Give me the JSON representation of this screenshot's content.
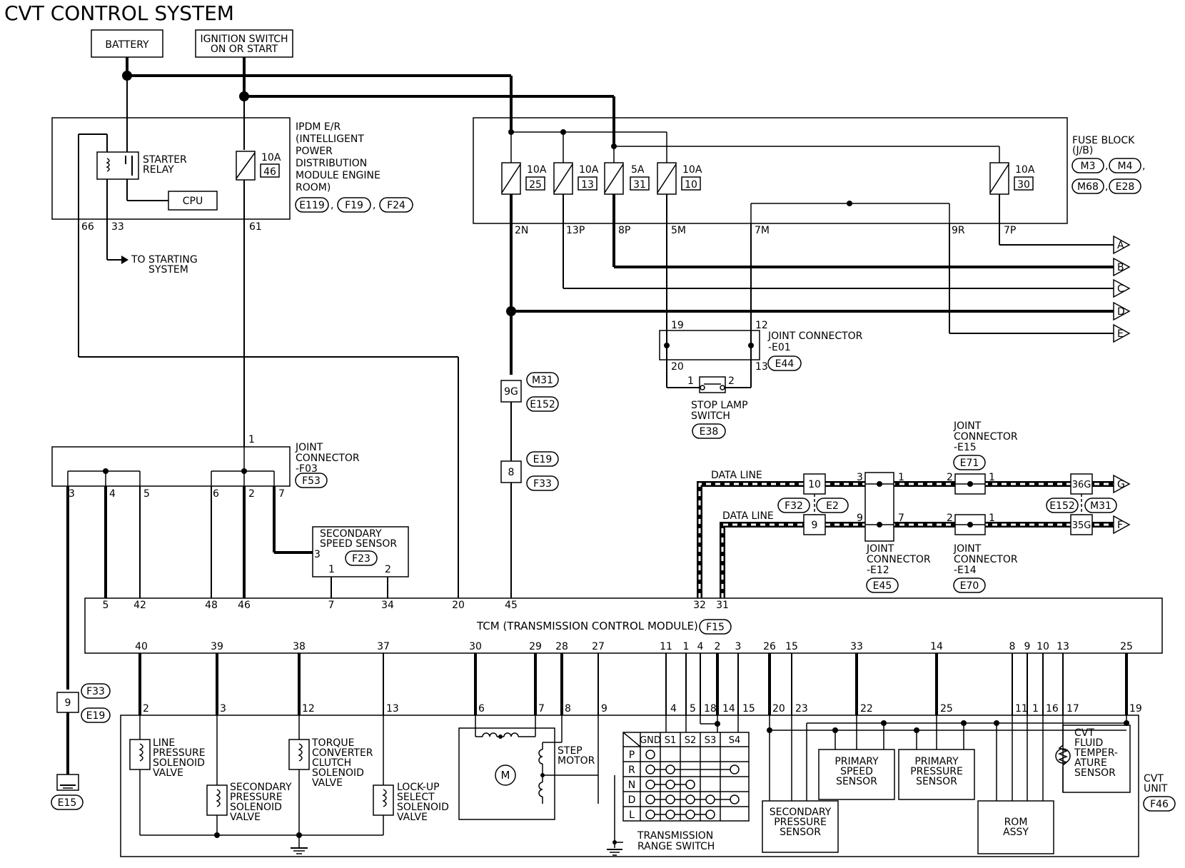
{
  "title": "CVT CONTROL SYSTEM",
  "sources": {
    "battery": "BATTERY",
    "ignition_l1": "IGNITION SWITCH",
    "ignition_l2": "ON OR START"
  },
  "ipdm": {
    "lines": [
      "IPDM E/R",
      "(INTELLIGENT",
      "POWER",
      "DISTRIBUTION",
      "MODULE ENGINE",
      "ROOM)"
    ],
    "connectors": [
      "E119",
      "F19",
      "F24"
    ],
    "starter_relay": [
      "STARTER",
      "RELAY"
    ],
    "cpu": "CPU",
    "fuse": {
      "rating": "10A",
      "number": "46"
    },
    "pins": {
      "p66": "66",
      "p33": "33",
      "p61": "61"
    },
    "to_starting": [
      "TO STARTING",
      "SYSTEM"
    ]
  },
  "fuse_block": {
    "lines": [
      "FUSE BLOCK",
      "(J/B)"
    ],
    "connectors": [
      "M3",
      "M4",
      "M68",
      "E28"
    ],
    "fuses": [
      {
        "rating": "10A",
        "number": "25"
      },
      {
        "rating": "10A",
        "number": "13"
      },
      {
        "rating": "5A",
        "number": "31"
      },
      {
        "rating": "10A",
        "number": "10"
      },
      {
        "rating": "10A",
        "number": "30"
      }
    ],
    "pins": [
      "2N",
      "13P",
      "8P",
      "5M",
      "7M",
      "9R",
      "7P"
    ]
  },
  "offpage": [
    "A",
    "B",
    "C",
    "D",
    "E",
    "G",
    "F"
  ],
  "joint_e01": {
    "lines": [
      "JOINT CONNECTOR",
      "-E01"
    ],
    "connector": "E44",
    "pins": [
      "19",
      "12",
      "20",
      "13"
    ]
  },
  "stop_lamp": {
    "lines": [
      "STOP LAMP",
      "SWITCH"
    ],
    "connector": "E38",
    "pins": [
      "1",
      "2"
    ]
  },
  "inline_9g": {
    "pin": "9G",
    "connectors": [
      "M31",
      "E152"
    ]
  },
  "inline_8": {
    "pin": "8",
    "connectors": [
      "E19",
      "F33"
    ]
  },
  "joint_f03": {
    "lines": [
      "JOINT",
      "CONNECTOR",
      "-F03"
    ],
    "connector": "F53",
    "pins": [
      "1",
      "3",
      "4",
      "5",
      "6",
      "2",
      "7"
    ]
  },
  "sec_speed_sensor": {
    "lines": [
      "SECONDARY",
      "SPEED SENSOR"
    ],
    "connector": "F23",
    "pins": [
      "3",
      "1",
      "2"
    ]
  },
  "data_line": {
    "label": "DATA LINE"
  },
  "data_blocks": {
    "p10": "10",
    "p9": "9",
    "conn_a": "F32",
    "conn_b": "E2",
    "e12_pins": [
      "3",
      "1",
      "9",
      "7"
    ],
    "e15_pins": [
      "2",
      "1"
    ],
    "e14_pins": [
      "2",
      "1"
    ],
    "p36g": "36G",
    "p35g": "35G",
    "conn_c": "E152",
    "conn_d": "M31"
  },
  "joint_e15": {
    "lines": [
      "JOINT",
      "CONNECTOR",
      "-E15"
    ],
    "connector": "E71"
  },
  "joint_e12": {
    "lines": [
      "JOINT",
      "CONNECTOR",
      "-E12"
    ],
    "connector": "E45"
  },
  "joint_e14": {
    "lines": [
      "JOINT",
      "CONNECTOR",
      "-E14"
    ],
    "connector": "E70"
  },
  "tcm": {
    "label": "TCM (TRANSMISSION CONTROL MODULE)",
    "connector": "F15",
    "top_pins": [
      "5",
      "42",
      "48",
      "46",
      "7",
      "34",
      "20",
      "45",
      "32",
      "31"
    ],
    "bottom_pins": [
      "40",
      "39",
      "38",
      "37",
      "30",
      "29",
      "28",
      "27",
      "11",
      "1",
      "4",
      "2",
      "3",
      "26",
      "15",
      "33",
      "14",
      "8",
      "9",
      "10",
      "13",
      "25"
    ]
  },
  "ground": {
    "inline_pin": "9",
    "inline_connectors": [
      "F33",
      "E19"
    ],
    "connector": "E15"
  },
  "cvt_unit": {
    "lines": [
      "CVT",
      "UNIT"
    ],
    "connector": "F46",
    "pins": [
      "2",
      "3",
      "12",
      "13",
      "6",
      "7",
      "8",
      "9",
      "4",
      "5",
      "18",
      "14",
      "15",
      "20",
      "23",
      "22",
      "25",
      "11",
      "1",
      "16",
      "17",
      "19"
    ]
  },
  "components": {
    "line_pressure": [
      "LINE",
      "PRESSURE",
      "SOLENOID",
      "VALVE"
    ],
    "secondary_pressure_sol": [
      "SECONDARY",
      "PRESSURE",
      "SOLENOID",
      "VALVE"
    ],
    "torque_converter": [
      "TORQUE",
      "CONVERTER",
      "CLUTCH",
      "SOLENOID",
      "VALVE"
    ],
    "lockup_select": [
      "LOCK-UP",
      "SELECT",
      "SOLENOID",
      "VALVE"
    ],
    "step_motor": [
      "STEP",
      "MOTOR"
    ],
    "motor_symbol": "M",
    "trs_label": [
      "TRANSMISSION",
      "RANGE SWITCH"
    ],
    "trs_headers": [
      "GND",
      "S1",
      "S2",
      "S3",
      "S4"
    ],
    "trs_rows": [
      "P",
      "R",
      "N",
      "D",
      "L"
    ],
    "secondary_pressure_sensor": [
      "SECONDARY",
      "PRESSURE",
      "SENSOR"
    ],
    "primary_speed_sensor": [
      "PRIMARY",
      "SPEED",
      "SENSOR"
    ],
    "primary_pressure_sensor": [
      "PRIMARY",
      "PRESSURE",
      "SENSOR"
    ],
    "rom_assy": [
      "ROM",
      "ASSY"
    ],
    "cvt_fluid_temp": [
      "CVT",
      "FLUID",
      "TEMPER-",
      "ATURE",
      "SENSOR"
    ]
  }
}
